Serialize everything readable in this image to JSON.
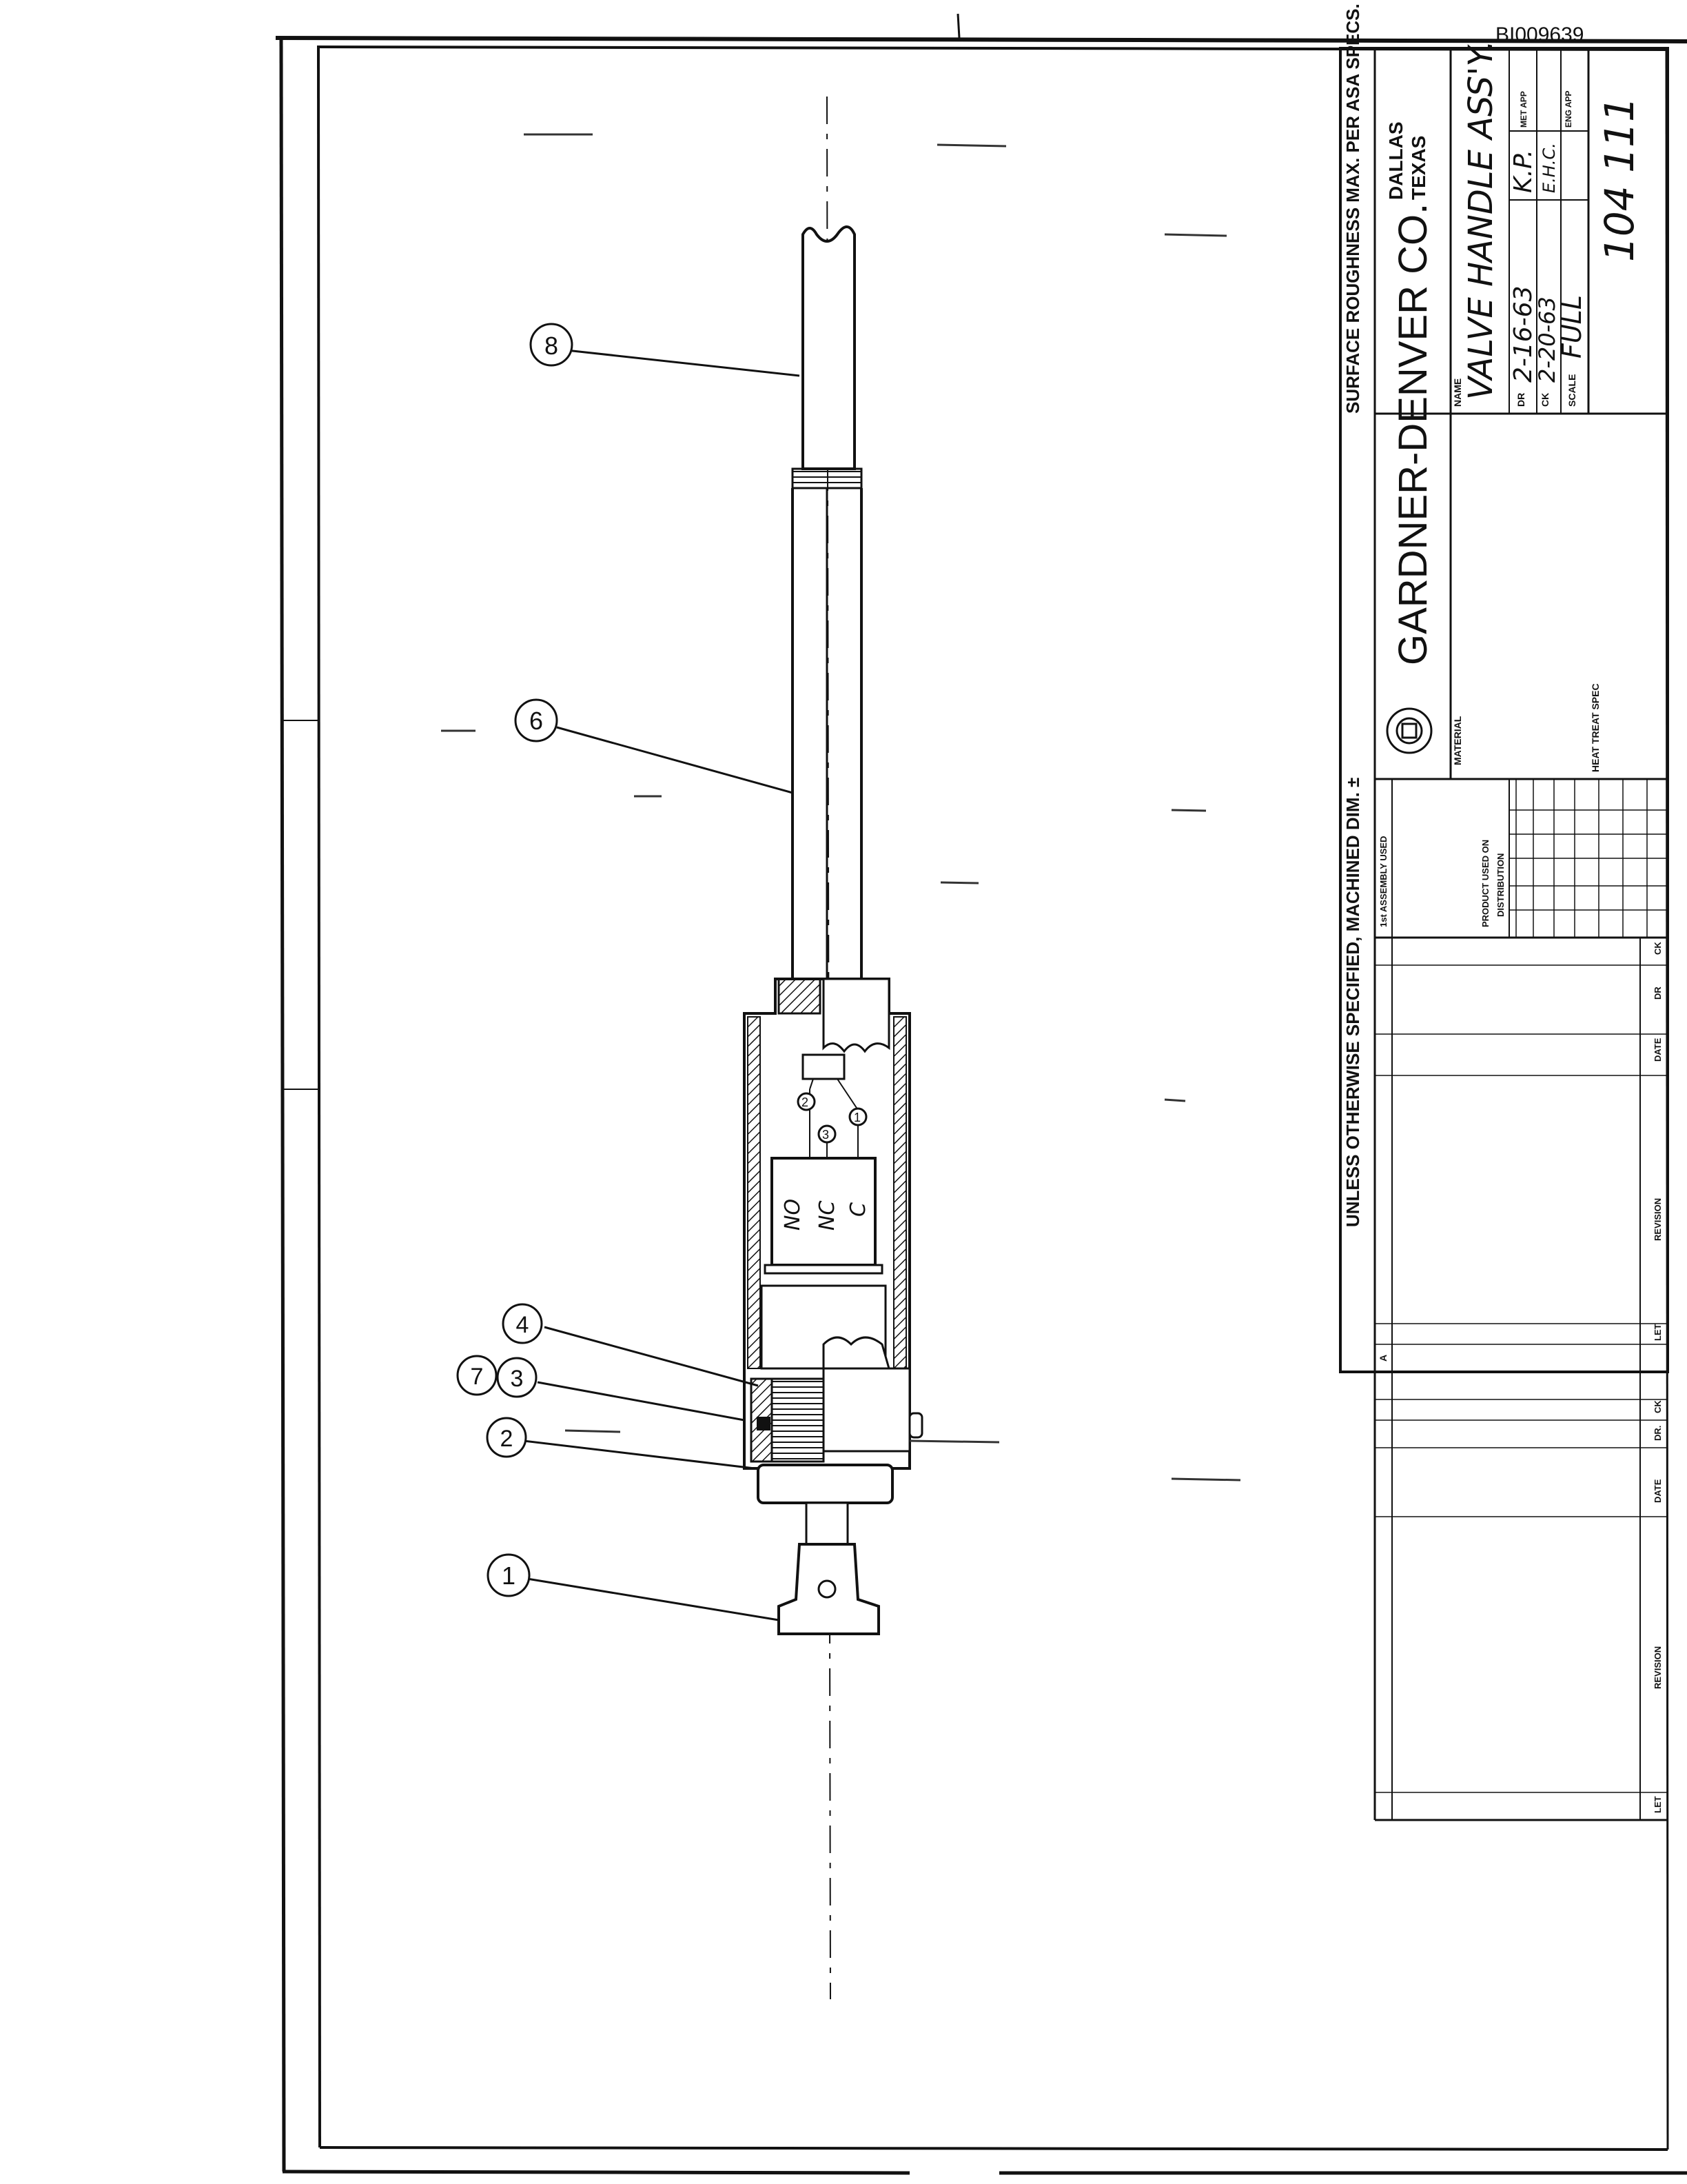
{
  "stamp_id": "BI009639",
  "notes": {
    "unless_specified": "UNLESS OTHERWISE SPECIFIED, MACHINED DIM. ±",
    "surface_roughness": "SURFACE ROUGHNESS MAX. PER ASA SPECS."
  },
  "company": {
    "name": "GARDNER-DENVER CO.",
    "city": "DALLAS",
    "state": "TEXAS"
  },
  "title_block": {
    "name_label": "NAME",
    "name_value": "VALVE HANDLE ASS'Y.",
    "dr_label": "DR",
    "dr_date": "2-16-63",
    "dr_initials": "K.P.",
    "ck_label": "CK",
    "ck_date": "2-20-63",
    "ck_initials": "E.H.C.",
    "scale_label": "SCALE",
    "scale_value": "FULL",
    "met_app_label": "MET APP",
    "eng_app_label": "ENG APP",
    "drawing_number": "104 111",
    "material_label": "MATERIAL",
    "heat_treat_label": "HEAT TREAT SPEC",
    "first_assembly_label": "1st ASSEMBLY USED",
    "product_used_on_label": "PRODUCT USED ON",
    "distribution_label": "DISTRIBUTION"
  },
  "revision_table": {
    "revision_label": "REVISION",
    "date_label": "DATE",
    "dr_label": "DR",
    "dr_dot_label": "DR.",
    "ck_label": "CK",
    "let_label": "LET",
    "row_letter": "A"
  },
  "switch_labels": {
    "no": "NO",
    "nc": "NC",
    "c": "C",
    "wire_1": "1",
    "wire_2": "2",
    "wire_3": "3"
  },
  "balloons": [
    "1",
    "2",
    "3",
    "4",
    "6",
    "7",
    "8"
  ]
}
